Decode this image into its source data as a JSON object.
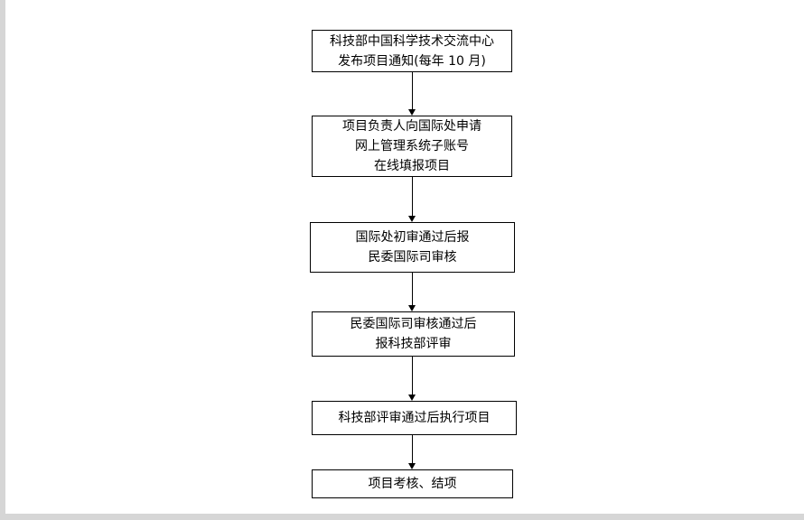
{
  "page": {
    "background_color": "#ffffff",
    "edge_color": "#d6d6d6"
  },
  "flowchart": {
    "direction": "top-down",
    "box_border_color": "#000000",
    "connector_color": "#000000",
    "text_color": "#000000",
    "nodes": [
      {
        "lines": [
          "科技部中国科学技术交流中心",
          "发布项目通知(每年 10 月)"
        ]
      },
      {
        "lines": [
          "项目负责人向国际处申请",
          "网上管理系统子账号",
          "在线填报项目"
        ]
      },
      {
        "lines": [
          "国际处初审通过后报",
          "民委国际司审核"
        ]
      },
      {
        "lines": [
          "民委国际司审核通过后",
          "报科技部评审"
        ]
      },
      {
        "lines": [
          "科技部评审通过后执行项目"
        ]
      },
      {
        "lines": [
          "项目考核、结项"
        ]
      }
    ]
  }
}
